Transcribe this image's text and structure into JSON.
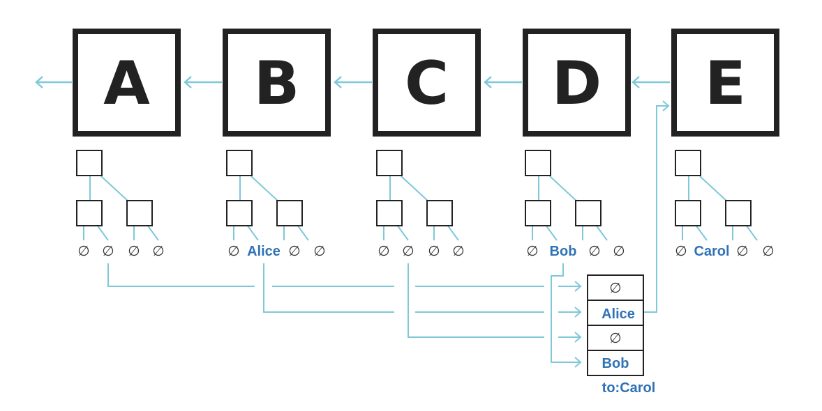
{
  "colors": {
    "ink": "#222222",
    "link": "#7ec8d8",
    "label": "#2f72b5"
  },
  "blocks": [
    "A",
    "B",
    "C",
    "D",
    "E"
  ],
  "null_symbol": "∅",
  "leaves": {
    "B": "Alice",
    "D": "Bob",
    "E": "Carol"
  },
  "transaction": {
    "rows": [
      "∅",
      "Alice",
      "∅",
      "Bob"
    ],
    "to_label": "to:Carol"
  }
}
